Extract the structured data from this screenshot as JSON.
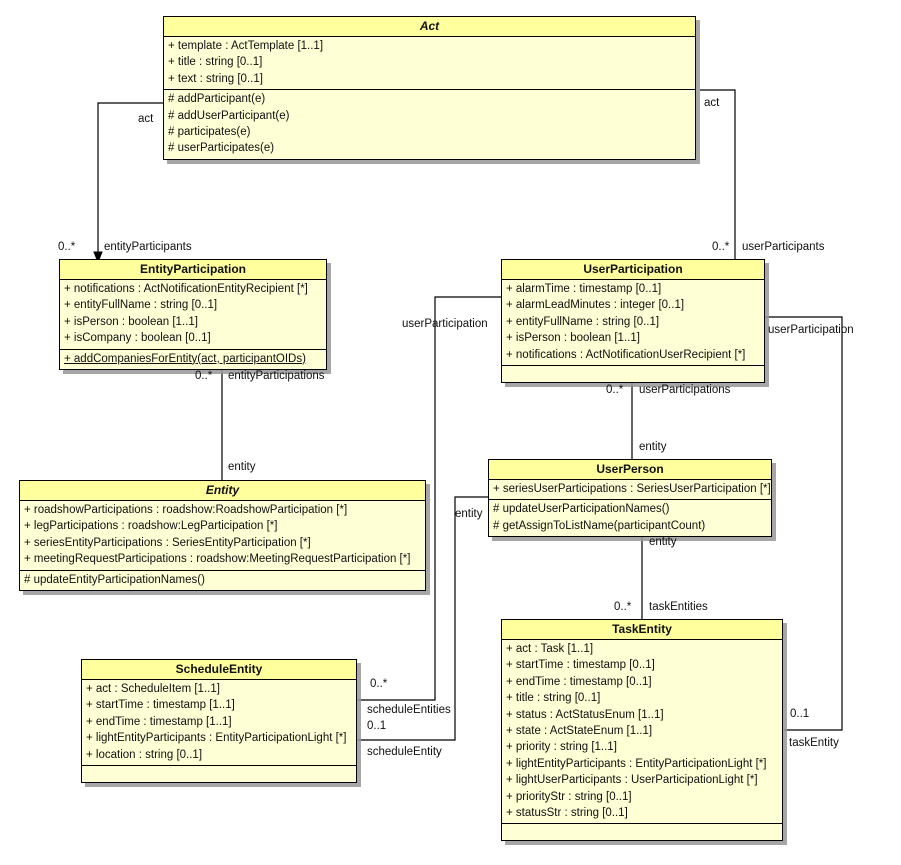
{
  "diagram": {
    "type": "uml-class-diagram",
    "background": "#ffffff",
    "class_fill": "#ffffd6",
    "header_fill": "#ffff9e",
    "line_color": "#000000"
  },
  "classes": [
    {
      "id": "act",
      "name": "Act",
      "abstract": true,
      "attributes": [
        "+ template : ActTemplate [1..1]",
        "+ title : string [0..1]",
        "+ text : string [0..1]"
      ],
      "operations": [
        "# addParticipant(e)",
        "# addUserParticipant(e)",
        "# participates(e)",
        "# userParticipates(e)"
      ]
    },
    {
      "id": "entity-participation",
      "name": "EntityParticipation",
      "abstract": false,
      "attributes": [
        "+ notifications : ActNotificationEntityRecipient [*]",
        "+ entityFullName : string [0..1]",
        "+ isPerson : boolean [1..1]",
        "+ isCompany : boolean [0..1]"
      ],
      "operations": [
        "+ addCompaniesForEntity(act, participantOIDs)"
      ],
      "static_operations": [
        0
      ]
    },
    {
      "id": "user-participation",
      "name": "UserParticipation",
      "abstract": false,
      "attributes": [
        "+ alarmTime : timestamp [0..1]",
        "+ alarmLeadMinutes : integer [0..1]",
        "+ entityFullName : string [0..1]",
        "+ isPerson : boolean [1..1]",
        "+ notifications : ActNotificationUserRecipient [*]"
      ],
      "operations": []
    },
    {
      "id": "entity",
      "name": "Entity",
      "abstract": true,
      "attributes": [
        "+ roadshowParticipations : roadshow:RoadshowParticipation [*]",
        "+ legParticipations : roadshow:LegParticipation [*]",
        "+ seriesEntityParticipations : SeriesEntityParticipation [*]",
        "+ meetingRequestParticipations : roadshow:MeetingRequestParticipation [*]"
      ],
      "operations": [
        "# updateEntityParticipationNames()"
      ]
    },
    {
      "id": "user-person",
      "name": "UserPerson",
      "abstract": false,
      "attributes": [
        "+ seriesUserParticipations : SeriesUserParticipation [*]"
      ],
      "operations": [
        "# updateUserParticipationNames()",
        "# getAssignToListName(participantCount)"
      ]
    },
    {
      "id": "schedule-entity",
      "name": "ScheduleEntity",
      "abstract": false,
      "attributes": [
        "+ act : ScheduleItem [1..1]",
        "+ startTime : timestamp [1..1]",
        "+ endTime : timestamp [1..1]",
        "+ lightEntityParticipants : EntityParticipationLight [*]",
        "+ location : string [0..1]"
      ],
      "operations": []
    },
    {
      "id": "task-entity",
      "name": "TaskEntity",
      "abstract": false,
      "attributes": [
        "+ act : Task [1..1]",
        "+ startTime : timestamp [0..1]",
        "+ endTime : timestamp [0..1]",
        "+ title : string [0..1]",
        "+ status : ActStatusEnum [1..1]",
        "+ state : ActStateEnum [1..1]",
        "+ priority : string [1..1]",
        "+ lightEntityParticipants : EntityParticipationLight [*]",
        "+ lightUserParticipants : UserParticipationLight [*]",
        "+ priorityStr : string [0..1]",
        "+ statusStr : string [0..1]"
      ],
      "operations": []
    }
  ],
  "associations": [
    {
      "id": "act-entity-participants",
      "source": "act",
      "target": "entity-participation",
      "source_role": "act",
      "target_role": "entityParticipants",
      "target_multiplicity": "0..*"
    },
    {
      "id": "act-user-participants",
      "source": "act",
      "target": "user-participation",
      "source_role": "act",
      "target_role": "userParticipants",
      "target_multiplicity": "0..*"
    },
    {
      "id": "entity-entity-participations",
      "source": "entity-participation",
      "target": "entity",
      "source_role": "entityParticipations",
      "source_multiplicity": "0..*",
      "target_role": "entity"
    },
    {
      "id": "userperson-user-participations",
      "source": "user-participation",
      "target": "user-person",
      "source_role": "userParticipations",
      "source_multiplicity": "0..*",
      "target_role": "entity"
    },
    {
      "id": "userperson-task-entities",
      "source": "user-person",
      "target": "task-entity",
      "source_role": "entity",
      "target_role": "taskEntities",
      "target_multiplicity": "0..*"
    },
    {
      "id": "userparticipation-schedule-entities",
      "source": "user-participation",
      "target": "schedule-entity",
      "source_role": "userParticipation",
      "target_role": "scheduleEntities",
      "target_multiplicity": "0..*"
    },
    {
      "id": "userparticipation-schedule-entity",
      "source": "user-participation",
      "target": "schedule-entity",
      "source_role": "userParticipation",
      "target_role": "scheduleEntity",
      "target_multiplicity": "0..1"
    },
    {
      "id": "userparticipation-task-entity",
      "source": "user-participation",
      "target": "task-entity",
      "source_role": "userParticipation",
      "target_role": "taskEntity",
      "target_multiplicity": "0..1"
    }
  ],
  "edge_labels": {
    "act_left": "act",
    "act_right": "act",
    "entity_participants": "entityParticipants",
    "entity_participants_mult": "0..*",
    "user_participants": "userParticipants",
    "user_participants_mult": "0..*",
    "entity_participations": "entityParticipations",
    "entity_participations_mult": "0..*",
    "entity_role_left": "entity",
    "user_participations": "userParticipations",
    "user_participations_mult": "0..*",
    "entity_role_userperson": "entity",
    "entity_role_taskentity": "entity",
    "task_entities": "taskEntities",
    "task_entities_mult": "0..*",
    "user_participation_mid": "userParticipation",
    "user_participation_right": "userParticipation",
    "entity_role_mid": "entity",
    "schedule_entities": "scheduleEntities",
    "schedule_entities_mult": "0..*",
    "schedule_entity": "scheduleEntity",
    "schedule_entity_mult": "0..1",
    "task_entity": "taskEntity",
    "task_entity_mult": "0..1"
  }
}
